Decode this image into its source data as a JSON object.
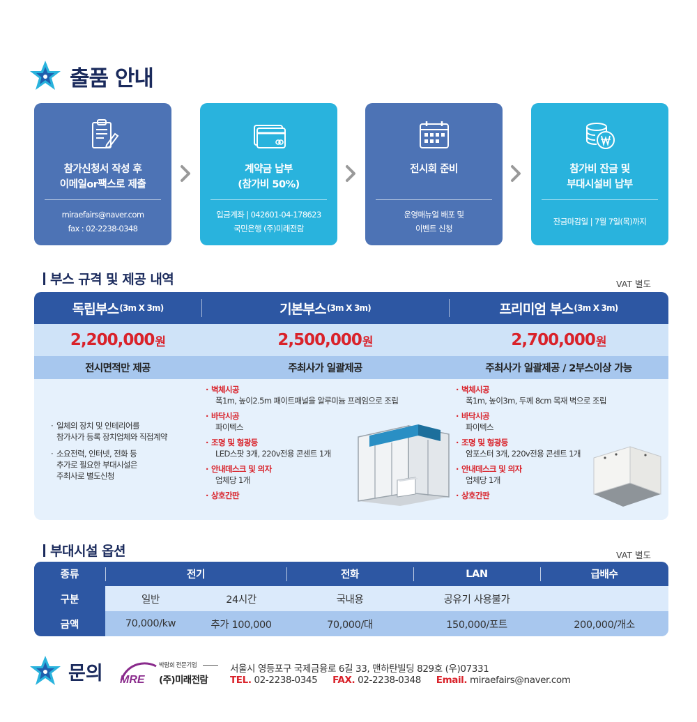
{
  "main_title": "출품 안내",
  "steps": [
    {
      "title1": "참가신청서 작성 후",
      "title2": "이메일or팩스로 제출",
      "sub1": "miraefairs@naver.com",
      "sub2": "fax : 02-2238-0348",
      "icon": "clipboard-icon"
    },
    {
      "title1": "계약금 납부",
      "title2": "(참가비 50%)",
      "sub1": "입금계좌 | 042601-04-178623",
      "sub2": "국민은행 (주)미래전람",
      "icon": "credit-card-icon"
    },
    {
      "title1": "전시회 준비",
      "title2": "",
      "sub1": "운영매뉴얼 배포 및",
      "sub2": "이벤트 신청",
      "icon": "calendar-icon"
    },
    {
      "title1": "참가비 잔금 및",
      "title2": "부대시설비 납부",
      "sub1": "잔금마감일 | 7월 7일(목)까지",
      "sub2": "",
      "icon": "coin-won-icon"
    }
  ],
  "booth_section": {
    "title": "부스 규격 및 제공 내역",
    "vat": "VAT 별도",
    "columns": [
      {
        "name": "독립부스",
        "size": "(3m X 3m)",
        "price": "2,200,000",
        "unit": "원",
        "provision": "전시면적만 제공"
      },
      {
        "name": "기본부스",
        "size": "(3m X 3m)",
        "price": "2,500,000",
        "unit": "원",
        "provision": "주최사가 일괄제공"
      },
      {
        "name": "프리미엄 부스",
        "size": "(3m X 3m)",
        "price": "2,700,000",
        "unit": "원",
        "provision": "주최사가 일괄제공 / 2부스이상 가능"
      }
    ],
    "independent_notes": [
      {
        "line1": "일체의 장치 및 인테리어를",
        "line2": "참가사가 등록 장치업체와 직접계약"
      },
      {
        "line1": "소요전력, 인터넷, 전화 등",
        "line2": "추가로 필요한 부대시설은",
        "line3": "주최사로 별도신청"
      }
    ],
    "basic_features": [
      {
        "k": "벽체시공",
        "v": "폭1m, 높이2.5m 패이트패널을 알루미늄 프레임으로 조립"
      },
      {
        "k": "바닥시공",
        "v": "파이텍스"
      },
      {
        "k": "조명 및 형광등",
        "v": "LED스팟 3개, 220v전용 콘센트 1개"
      },
      {
        "k": "안내데스크 및 의자",
        "v": "업체당 1개"
      },
      {
        "k": "상호간판",
        "v": ""
      }
    ],
    "premium_features": [
      {
        "k": "벽체시공",
        "v": "폭1m, 높이3m, 두께 8cm 목재 벽으로 조립"
      },
      {
        "k": "바닥시공",
        "v": "파이텍스"
      },
      {
        "k": "조명 및 형광등",
        "v": "암포스터 3개, 220v전용 콘센트 1개"
      },
      {
        "k": "안내데스크 및 의자",
        "v": "업체당 1개"
      },
      {
        "k": "상호간판",
        "v": ""
      }
    ]
  },
  "options_section": {
    "title": "부대시설 옵션",
    "vat": "VAT 별도",
    "row_labels": [
      "종류",
      "구분",
      "금액"
    ],
    "header": {
      "electric": "전기",
      "phone": "전화",
      "lan": "LAN",
      "water": "급배수"
    },
    "sub": {
      "electric_general": "일반",
      "electric_24h": "24시간",
      "phone": "국내용",
      "lan": "공유기 사용불가",
      "water": ""
    },
    "price": {
      "electric_general": "70,000/kw",
      "electric_24h": "추가 100,000",
      "phone": "70,000/대",
      "lan": "150,000/포트",
      "water": "200,000/개소"
    }
  },
  "contact": {
    "title": "문의",
    "company_tag": "박람회 전문기업",
    "company_name": "(주)미래전람",
    "logo_text": "MRE",
    "address": "서울시 영등포구 국제금융로 6길 33, 맨하탄빌딩 829호 (우)07331",
    "tel_label": "TEL.",
    "tel": "02-2238-0345",
    "fax_label": "FAX.",
    "fax": "02-2238-0348",
    "email_label": "Email.",
    "email": "miraefairs@naver.com"
  },
  "colors": {
    "navy": "#1a2a5c",
    "step_blue": "#4d73b5",
    "step_cyan": "#29b3dd",
    "table_blue": "#2d57a3",
    "price_red": "#d9222a"
  }
}
